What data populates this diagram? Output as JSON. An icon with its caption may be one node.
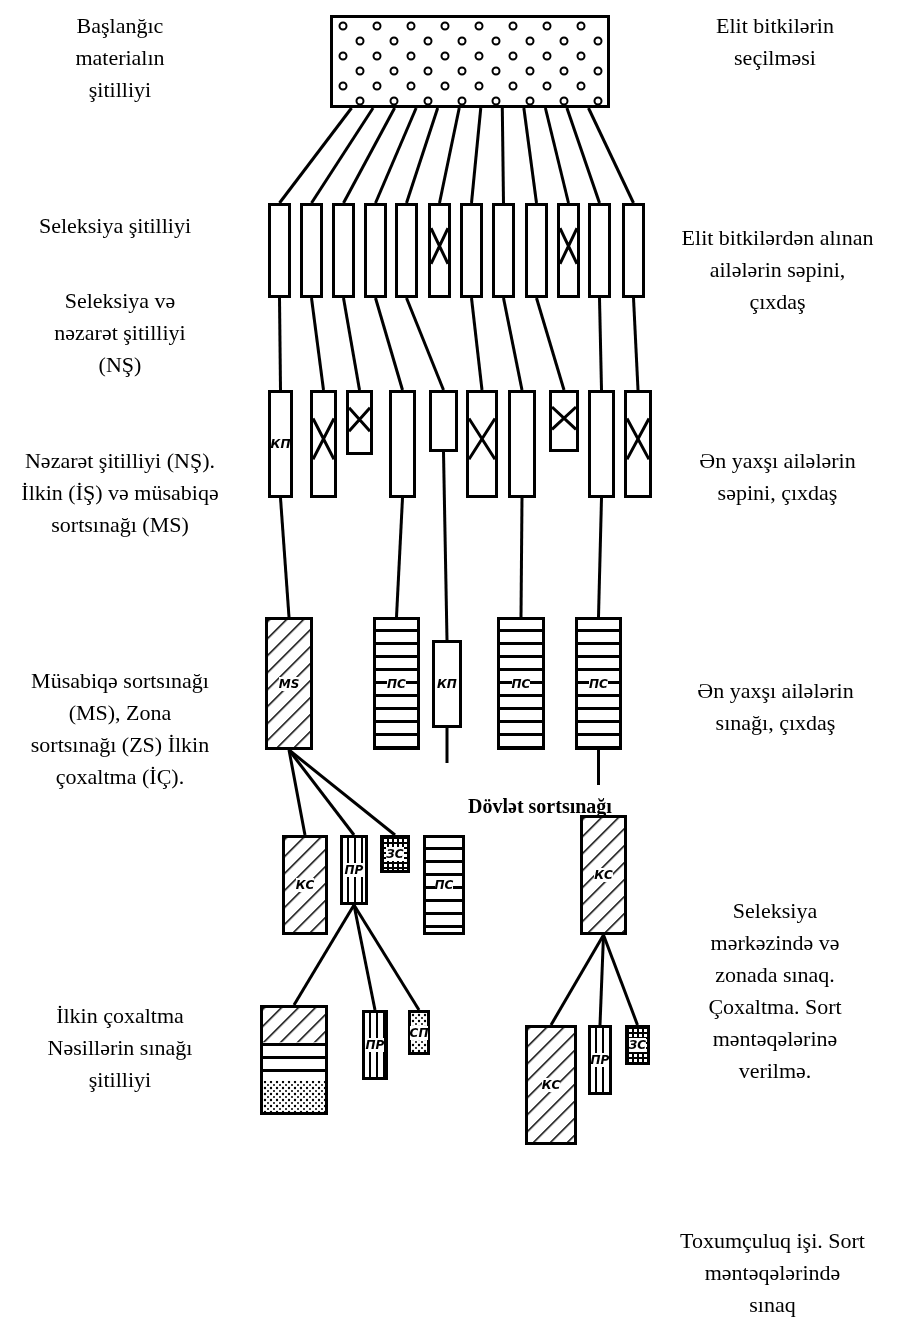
{
  "diagram": {
    "nodes": [
      {
        "text": [],
        "shape": "box"
      },
      {
        "text": [],
        "shape": "box"
      },
      {
        "text": [],
        "shape": "box"
      },
      {
        "text": [],
        "shape": "box"
      },
      {
        "text": [],
        "shape": "box"
      },
      {
        "text": [],
        "shape": "box"
      },
      {
        "text": [],
        "shape": "box"
      },
      {
        "text": [],
        "shape": "box"
      },
      {
        "text": [],
        "shape": "box"
      },
      {
        "text": [],
        "shape": "box"
      },
      {
        "text": [],
        "shape": "box"
      },
      {
        "text": [],
        "shape": "box"
      },
      {
        "text": [],
        "shape": "box"
      },
      {
        "text": [
          "КП"
        ]
      },
      {
        "text": [],
        "shape": "box"
      },
      {
        "text": [],
        "shape": "box"
      },
      {
        "text": [],
        "shape": "box"
      },
      {
        "text": [],
        "shape": "box"
      },
      {
        "text": [],
        "shape": "box"
      },
      {
        "text": [],
        "shape": "box"
      },
      {
        "text": [],
        "shape": "box"
      },
      {
        "text": [],
        "shape": "box"
      },
      {
        "text": [],
        "shape": "box"
      },
      {
        "text": [
          "MS"
        ]
      },
      {
        "text": [
          "ПС"
        ]
      },
      {
        "text": [
          "КП"
        ]
      },
      {
        "text": [
          "ПС"
        ]
      },
      {
        "text": [
          "ПС"
        ]
      },
      {
        "text": [
          "КС"
        ]
      },
      {
        "text": [
          "ПР"
        ]
      },
      {
        "text": [
          "ЗС"
        ]
      },
      {
        "text": [
          "ПС"
        ]
      },
      {
        "text": [
          "КС"
        ]
      },
      {
        "text": [],
        "shape": "box"
      },
      {
        "text": [
          "ПР"
        ]
      },
      {
        "text": [
          "СП"
        ]
      },
      {
        "text": [
          "КС"
        ]
      },
      {
        "text": [
          "ПР"
        ]
      },
      {
        "text": [
          "ЗС"
        ]
      }
    ],
    "edges": [
      {
        "from": 0,
        "to": 1,
        "arrow": "none"
      },
      {
        "from": 0,
        "to": 2,
        "arrow": "none"
      },
      {
        "from": 0,
        "to": 3,
        "arrow": "none"
      },
      {
        "from": 0,
        "to": 4,
        "arrow": "none"
      },
      {
        "from": 0,
        "to": 5,
        "arrow": "none"
      },
      {
        "from": 0,
        "to": 6,
        "arrow": "none"
      },
      {
        "from": 0,
        "to": 7,
        "arrow": "none"
      },
      {
        "from": 0,
        "to": 8,
        "arrow": "none"
      },
      {
        "from": 0,
        "to": 9,
        "arrow": "none"
      },
      {
        "from": 0,
        "to": 10,
        "arrow": "none"
      },
      {
        "from": 0,
        "to": 11,
        "arrow": "none"
      },
      {
        "from": 0,
        "to": 12,
        "arrow": "none"
      },
      {
        "from": 1,
        "to": 13,
        "arrow": "none"
      },
      {
        "from": 2,
        "to": 14,
        "arrow": "none"
      },
      {
        "from": 3,
        "to": 15,
        "arrow": "none"
      },
      {
        "from": 4,
        "to": 16,
        "arrow": "none"
      },
      {
        "from": 5,
        "to": 17,
        "arrow": "none"
      },
      {
        "from": 7,
        "to": 18,
        "arrow": "none"
      },
      {
        "from": 8,
        "to": 19,
        "arrow": "none"
      },
      {
        "from": 9,
        "to": 20,
        "arrow": "none"
      },
      {
        "from": 11,
        "to": 21,
        "arrow": "none"
      },
      {
        "from": 12,
        "to": 22,
        "arrow": "none"
      },
      {
        "from": 13,
        "to": 23,
        "arrow": "none"
      },
      {
        "from": 16,
        "to": 24,
        "arrow": "none"
      },
      {
        "from": 17,
        "to": 25,
        "arrow": "none"
      },
      {
        "from": 19,
        "to": 26,
        "arrow": "none"
      },
      {
        "from": 21,
        "to": 27,
        "arrow": "none"
      },
      {
        "from": 25,
        "to": null,
        "arrow": "none"
      },
      {
        "from": 27,
        "to": null,
        "arrow": "none"
      },
      {
        "from": 23,
        "to": 28,
        "arrow": "none"
      },
      {
        "from": 23,
        "to": 29,
        "arrow": "none"
      },
      {
        "from": 23,
        "to": 30,
        "arrow": "none"
      },
      {
        "from": 29,
        "to": 33,
        "arrow": "none"
      },
      {
        "from": 29,
        "to": 34,
        "arrow": "none"
      },
      {
        "from": 29,
        "to": 35,
        "arrow": "none"
      },
      {
        "from": 32,
        "to": 36,
        "arrow": "none"
      },
      {
        "from": 32,
        "to": 37,
        "arrow": "none"
      },
      {
        "from": 32,
        "to": 38,
        "arrow": "none"
      }
    ],
    "labels": [
      "Başlanğıc materialın şitilliyi",
      "Elit bitkilərin seçilməsi",
      "Seleksiya şitilliyi",
      "Elit bitkilərdən alınan ailələrin səpini, çıxdaş",
      "Seleksiya və nəzarət şitilliyi (NŞ)",
      "Ən yaxşı ailələrin səpini, çıxdaş",
      "Nəzarət şitilliyi (NŞ). İlkin (İŞ) və müsabiqə sortsınağı (MS)",
      "Müsabiqə sortsınağı (MS), Zona sortsınağı (ZS) İlkin çoxaltma (İÇ).",
      "Ən yaxşı ailələrin sınağı, çıxdaş",
      "Dövlət sortsınağı",
      "Seleksiya mərkəzində və zonada sınaq. Çoxaltma. Sort məntəqələrinə verilmə.",
      "İlkin çoxaltma Nəsillərin sınağı şitilliyi",
      "Toxumçuluq işi. Sort məntəqələrində sınaq"
    ]
  }
}
